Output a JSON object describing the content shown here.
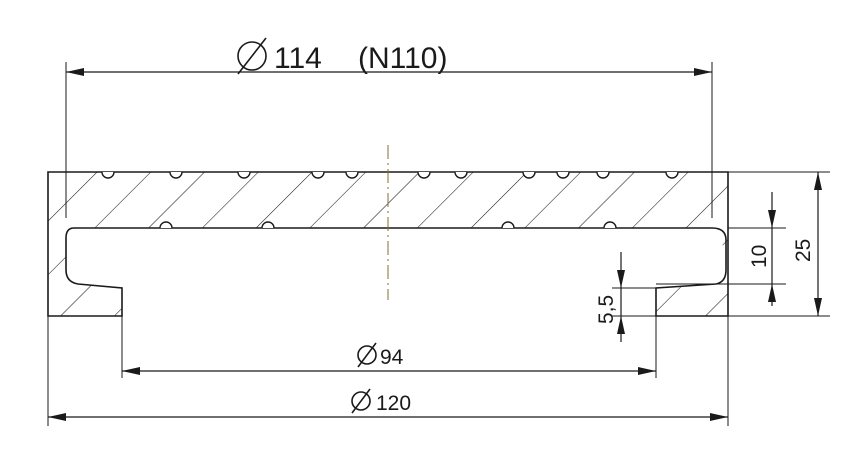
{
  "dimensions": {
    "outer_top": {
      "symbol": "⌀",
      "value": "114",
      "note": "(N110)"
    },
    "inner_bottom": {
      "symbol": "⌀",
      "value": "94"
    },
    "outer_bottom": {
      "symbol": "⌀",
      "value": "120"
    },
    "total_height": {
      "value": "25"
    },
    "cavity_height": {
      "value": "10"
    },
    "lip_height": {
      "value": "5,5"
    }
  },
  "colors": {
    "line": "#1a1a1a",
    "centerline": "#8a6a30",
    "background": "#ffffff"
  }
}
